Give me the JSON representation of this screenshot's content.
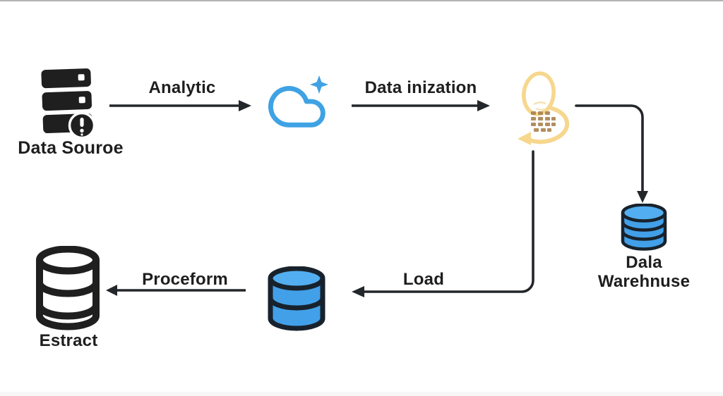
{
  "nodes": {
    "data_source": {
      "label": "Data Souroe",
      "icon": "database-stack-alert-icon"
    },
    "cloud": {
      "icon": "cloud-sparkle-icon"
    },
    "transform_loop": {
      "icon": "loop-arrow-grid-icon"
    },
    "data_warehouse": {
      "label_line1": "Dala",
      "label_line2": "Warehnuse",
      "icon": "database-cylinder-blue-icon"
    },
    "staging_database": {
      "icon": "database-cylinder-blue-icon"
    },
    "extract": {
      "label": "Estract",
      "icon": "database-cylinder-outline-icon"
    }
  },
  "edges": {
    "analytic": {
      "label": "Analytic"
    },
    "data_inization": {
      "label": "Data inization"
    },
    "load": {
      "label": "Load"
    },
    "proceform": {
      "label": "Proceform"
    }
  },
  "colors": {
    "text": "#1e1e1e",
    "arrow": "#23262a",
    "cloud_blue": "#3fa2e4",
    "db_blue": "#42a0e8",
    "db_blue_top": "#52aef0",
    "db_outline": "#18222c",
    "black_icon": "#1f1f1f",
    "loop_yellow": "#f6d78d",
    "loop_yellow_light": "#f3e0ac",
    "grid_brown": "#a9824f"
  }
}
